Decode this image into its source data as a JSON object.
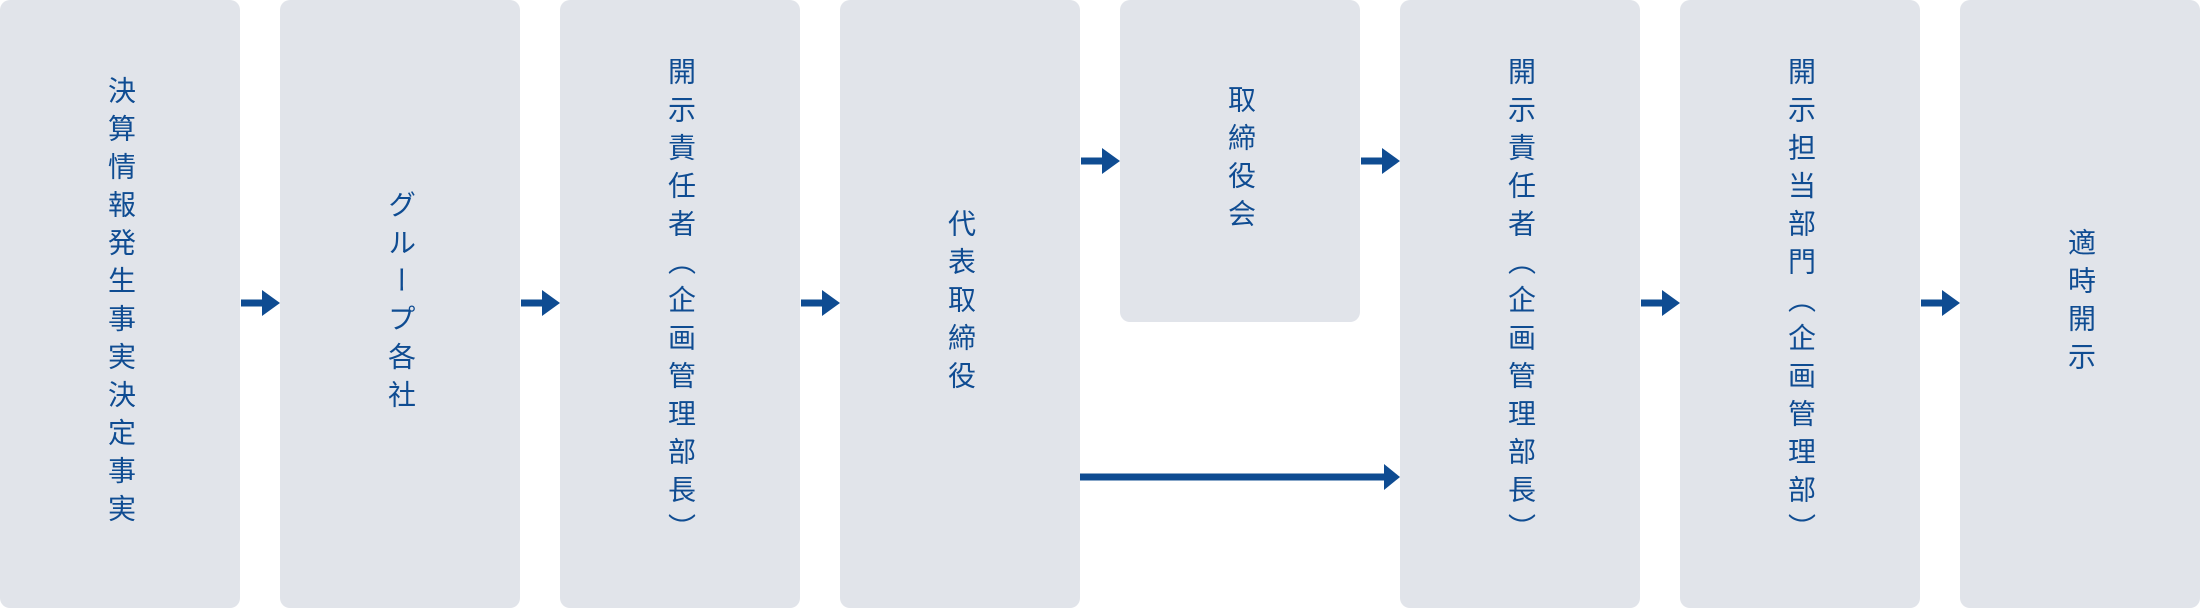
{
  "colors": {
    "box": "#e1e4ea",
    "text": "#0f4c92",
    "arrow": "#0f4c92",
    "background": "#ffffff"
  },
  "nodes": {
    "decision_info": {
      "lines": [
        "決算情報",
        "発生事実",
        "決定事実"
      ]
    },
    "group_companies": "グループ各社",
    "disclosure_officer_1": "開示責任者︵企画管理部長︶",
    "president": "代表取締役",
    "board": "取締役会",
    "disclosure_officer_2": "開示責任者︵企画管理部長︶",
    "disclosure_dept": "開示担当部門︵企画管理部︶",
    "timely_disclosure": "適時開示"
  },
  "connections": [
    {
      "from": "decision_info",
      "to": "group_companies"
    },
    {
      "from": "group_companies",
      "to": "disclosure_officer_1"
    },
    {
      "from": "disclosure_officer_1",
      "to": "president"
    },
    {
      "from": "president",
      "to": "board"
    },
    {
      "from": "board",
      "to": "disclosure_officer_2"
    },
    {
      "from": "president",
      "to": "disclosure_officer_2"
    },
    {
      "from": "disclosure_officer_2",
      "to": "disclosure_dept"
    },
    {
      "from": "disclosure_dept",
      "to": "timely_disclosure"
    }
  ]
}
